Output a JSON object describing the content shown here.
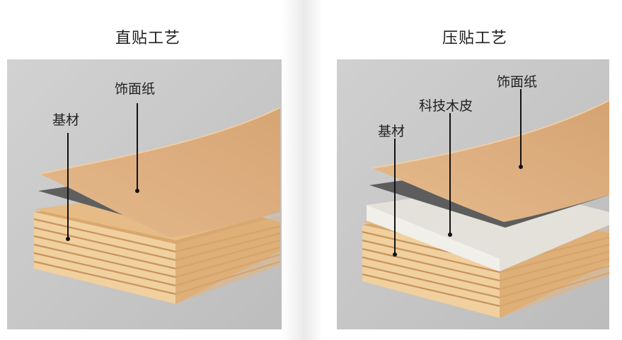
{
  "panels": [
    {
      "title": "直贴工艺",
      "labels": {
        "decor_paper": "饰面纸",
        "substrate": "基材"
      }
    },
    {
      "title": "压贴工艺",
      "labels": {
        "decor_paper": "饰面纸",
        "tech_veneer": "科技木皮",
        "substrate": "基材"
      }
    }
  ],
  "colors": {
    "background_box": "#c9c9c9",
    "wood": "#e0b68a",
    "dark_film": "#5a5a5a",
    "tech_veneer": "#e2e0d9",
    "substrate_light": "#f3d9b0",
    "substrate_dark": "#d6a46a"
  }
}
